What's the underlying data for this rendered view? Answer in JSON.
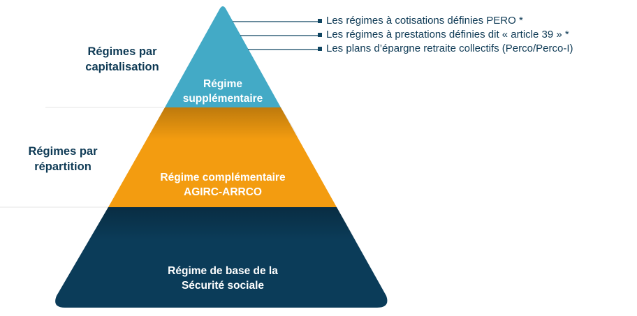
{
  "colors": {
    "dark": "#0f4561",
    "teal": "#43aac6",
    "orange": "#f39c10",
    "navy": "#0b3c59",
    "text_dark": "#0e3a55",
    "divider": "#e6e6e6"
  },
  "side_labels": {
    "capitalisation": {
      "line1": "Régimes par",
      "line2": "capitalisation"
    },
    "repartition": {
      "line1": "Régimes par",
      "line2": "répartition"
    }
  },
  "tiers": {
    "top": {
      "line1": "Régime",
      "line2": "supplémentaire"
    },
    "middle": {
      "line1": "Régime complémentaire",
      "line2": "AGIRC-ARRCO"
    },
    "bottom": {
      "line1": "Régime de base de la",
      "line2": "Sécurité sociale"
    }
  },
  "supplementary_items": [
    "Les régimes à cotisations définies PERO *",
    "Les régimes à prestations définies dit « article 39 » *",
    "Les plans d’épargne retraite collectifs (Perco/Perco-I)"
  ]
}
